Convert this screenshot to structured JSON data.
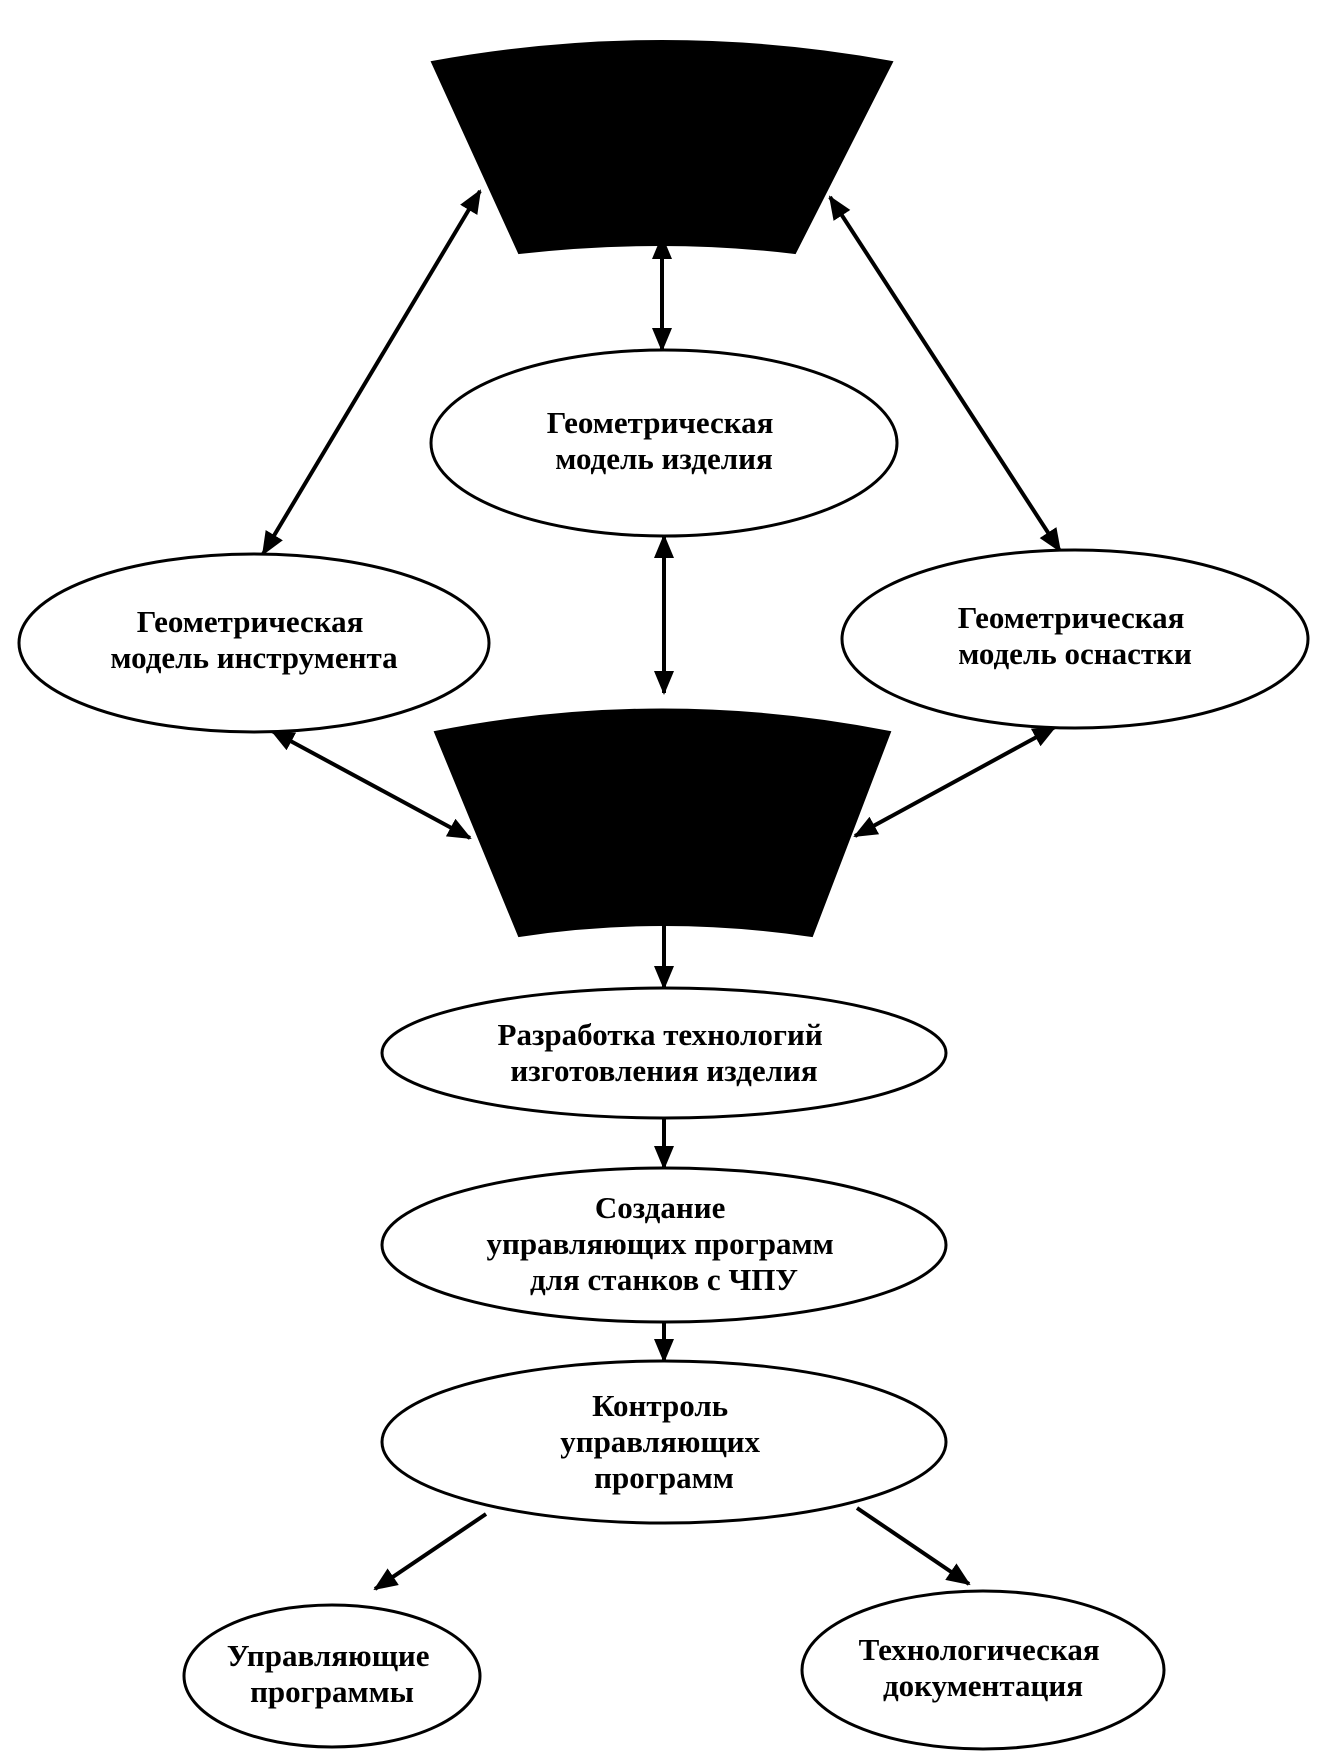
{
  "nodes": {
    "product_model": {
      "lines": [
        "Геометрическая",
        "модель изделия"
      ]
    },
    "tool_model": {
      "lines": [
        "Геометрическая",
        "модель инструмента"
      ]
    },
    "fixture_model": {
      "lines": [
        "Геометрическая",
        "модель оснастки"
      ]
    },
    "tech_development": {
      "lines": [
        "Разработка технологий",
        "изготовления изделия"
      ]
    },
    "cnc_programs": {
      "lines": [
        "Создание",
        "управляющих программ",
        "для станков с ЧПУ"
      ]
    },
    "program_control": {
      "lines": [
        "Контроль",
        "управляющих",
        "программ"
      ]
    },
    "control_programs": {
      "lines": [
        "Управляющие",
        "программы"
      ]
    },
    "tech_documentation": {
      "lines": [
        "Технологическая",
        "документация"
      ]
    }
  },
  "blocks": [
    "top-block",
    "middle-block"
  ],
  "edges": [
    {
      "from": "top-block",
      "to": "product_model",
      "bidirectional": true
    },
    {
      "from": "top-block",
      "to": "tool_model",
      "bidirectional": true
    },
    {
      "from": "top-block",
      "to": "fixture_model",
      "bidirectional": true
    },
    {
      "from": "product_model",
      "to": "middle-block",
      "bidirectional": true
    },
    {
      "from": "tool_model",
      "to": "middle-block",
      "bidirectional": true
    },
    {
      "from": "fixture_model",
      "to": "middle-block",
      "bidirectional": true
    },
    {
      "from": "middle-block",
      "to": "tech_development",
      "bidirectional": false
    },
    {
      "from": "tech_development",
      "to": "cnc_programs",
      "bidirectional": false
    },
    {
      "from": "cnc_programs",
      "to": "program_control",
      "bidirectional": false
    },
    {
      "from": "program_control",
      "to": "control_programs",
      "bidirectional": false
    },
    {
      "from": "program_control",
      "to": "tech_documentation",
      "bidirectional": false
    }
  ]
}
